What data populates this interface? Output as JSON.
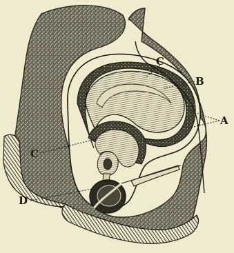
{
  "labels": {
    "A": "A",
    "B": "B",
    "C_upper": "C",
    "C_left": "C",
    "D": "D"
  },
  "colors": {
    "paper": "#f0ebcf",
    "ink": "#1c1a14",
    "tissue": "#5d5a4c",
    "bone_dark": "#2d2a22",
    "shell": "#e3dcbd"
  }
}
